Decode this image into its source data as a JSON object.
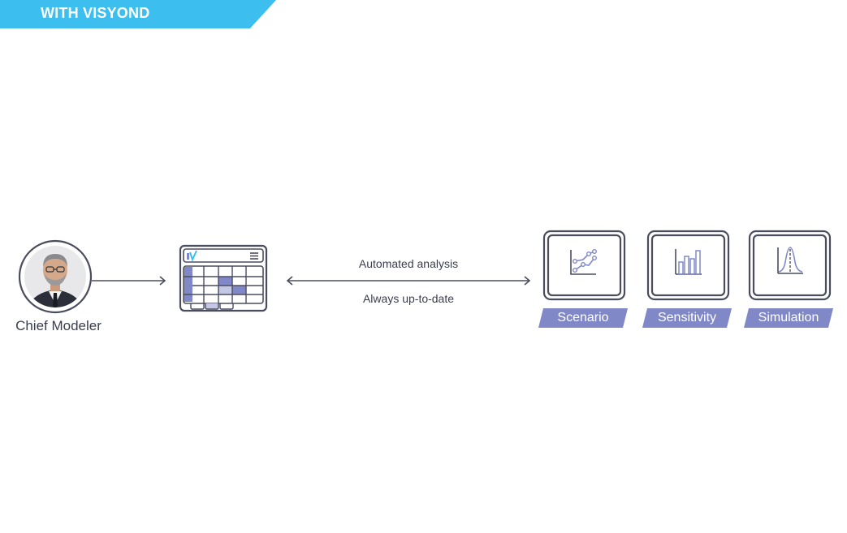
{
  "banner": {
    "title": "WITH VISYOND",
    "color": "#3cbfef"
  },
  "person": {
    "caption": "Chief Modeler"
  },
  "flow": {
    "top_label": "Automated analysis",
    "bottom_label": "Always up-to-date"
  },
  "outputs": [
    {
      "label": "Scenario",
      "icon": "line-chart-icon"
    },
    {
      "label": "Sensitivity",
      "icon": "bar-chart-icon"
    },
    {
      "label": "Simulation",
      "icon": "distribution-curve-icon"
    }
  ],
  "colors": {
    "line": "#4a4d5e",
    "accent": "#8088c8",
    "accent_light": "#c4c8e6",
    "text": "#3a3d4e"
  }
}
